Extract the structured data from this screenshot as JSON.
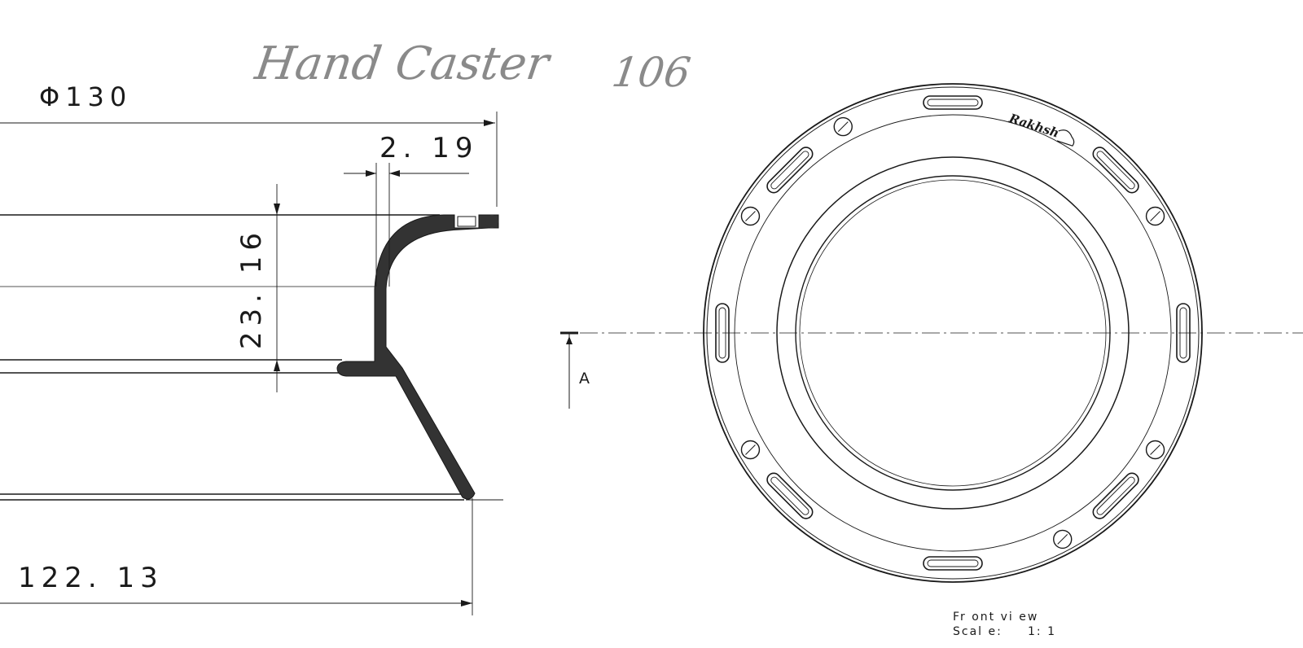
{
  "title": {
    "name": "Hand Caster",
    "number": "106"
  },
  "dimensions": {
    "diameter_top": "Φ130",
    "lip_thickness": "2. 19",
    "height": "23. 16",
    "diameter_bottom": "122. 13"
  },
  "section": {
    "marker_label": "A"
  },
  "brand": {
    "logo_text": "Rakhsh"
  },
  "view_note": {
    "view": "Fr ont  vi ew",
    "scale_label": "Scal e:",
    "scale_value": "1: 1"
  },
  "colors": {
    "ink": "#1a1a1a",
    "part_fill": "#333333",
    "title": "#8a8a8a"
  }
}
